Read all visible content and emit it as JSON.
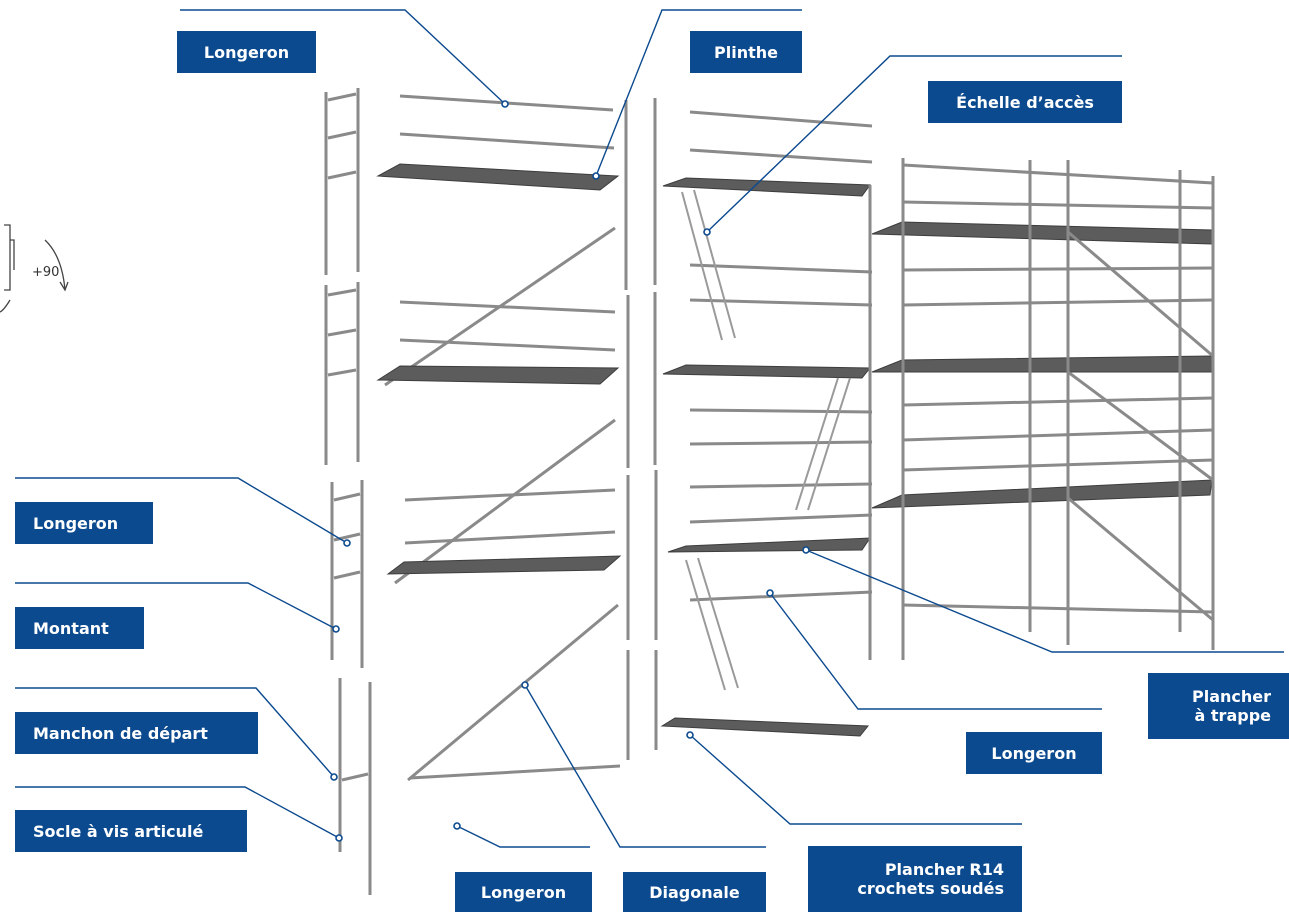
{
  "colors": {
    "label_bg": "#0c4a8f",
    "label_text": "#ffffff",
    "leader": "#0c4a8f",
    "pipe": "#8a8a8a",
    "plank": "#5c5c5c"
  },
  "angle_marker": "+90",
  "labels": {
    "longeron_top": "Longeron",
    "plinthe": "Plinthe",
    "echelle": "Échelle d’accès",
    "longeron_left": "Longeron",
    "montant": "Montant",
    "manchon": "Manchon de départ",
    "socle": "Socle à vis articulé",
    "longeron_bottom": "Longeron",
    "diagonale": "Diagonale",
    "plancher_r14_line1": "Plancher R14",
    "plancher_r14_line2": "crochets soudés",
    "longeron_mid": "Longeron",
    "plancher_trappe_line1": "Plancher",
    "plancher_trappe_line2": "à trappe"
  }
}
